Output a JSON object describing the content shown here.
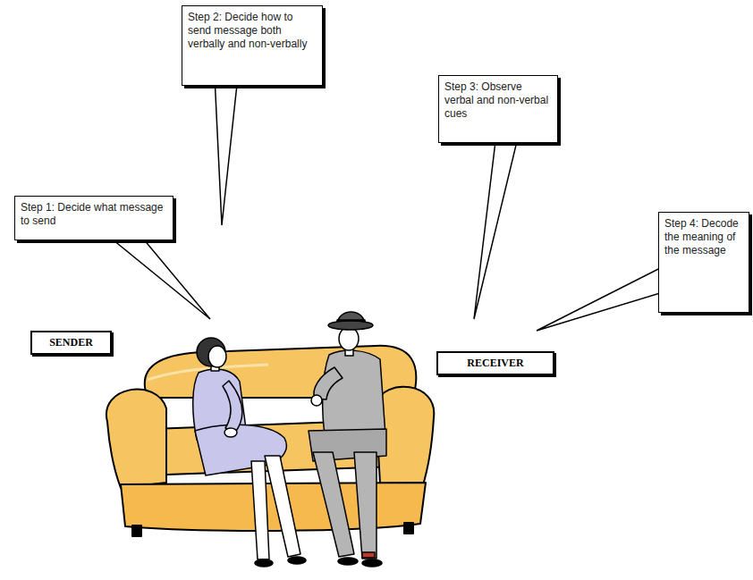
{
  "diagram": {
    "nodes": [
      {
        "text": [
          "Step 1: Decide what message to send"
        ]
      },
      {
        "text": [
          "Step 2: Decide how to send message both verbally and non-verbally"
        ]
      },
      {
        "text": [
          "Step 3: Observe verbal and non-verbal cues"
        ]
      },
      {
        "text": [
          "Step 4: Decode the meaning of the message"
        ]
      },
      {
        "text": [
          "SENDER"
        ]
      },
      {
        "text": [
          "RECEIVER"
        ]
      }
    ]
  }
}
